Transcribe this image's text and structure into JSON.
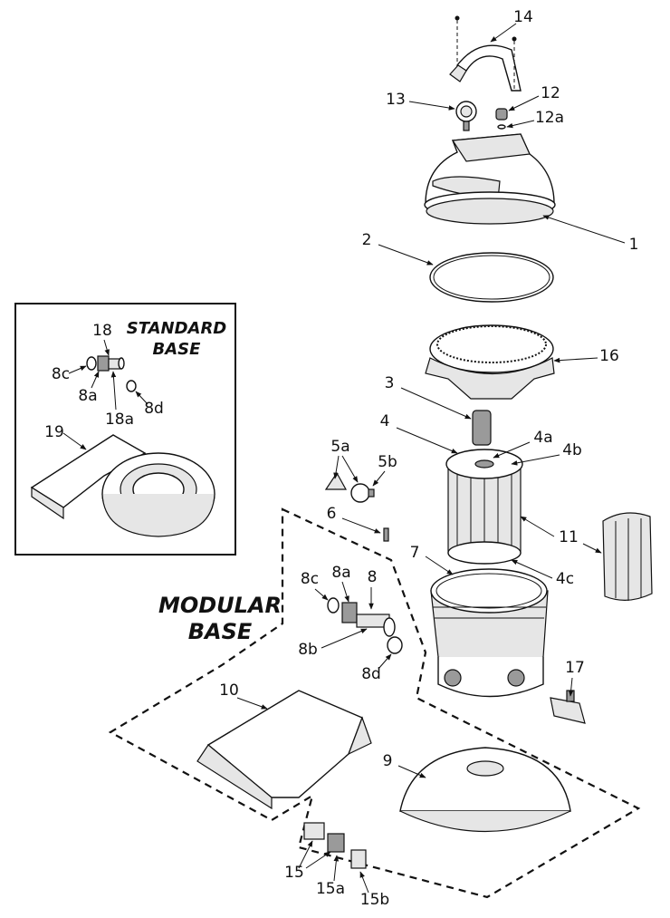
{
  "inset": {
    "title_line1": "STANDARD",
    "title_line2": "BASE"
  },
  "modular": {
    "title_line1": "MODULAR",
    "title_line2": "BASE"
  },
  "callouts": {
    "c1": "1",
    "c2": "2",
    "c3": "3",
    "c4": "4",
    "c4a": "4a",
    "c4b": "4b",
    "c4c": "4c",
    "c5a": "5a",
    "c5b": "5b",
    "c6": "6",
    "c7": "7",
    "c8": "8",
    "c8a": "8a",
    "c8b": "8b",
    "c8c": "8c",
    "c8d": "8d",
    "c9": "9",
    "c10": "10",
    "c11": "11",
    "c12": "12",
    "c12a": "12a",
    "c13": "13",
    "c14": "14",
    "c15": "15",
    "c15a": "15a",
    "c15b": "15b",
    "c16": "16",
    "c17": "17",
    "s18": "18",
    "s8c": "8c",
    "s8a": "8a",
    "s18a": "18a",
    "s8d": "8d",
    "s19": "19"
  }
}
